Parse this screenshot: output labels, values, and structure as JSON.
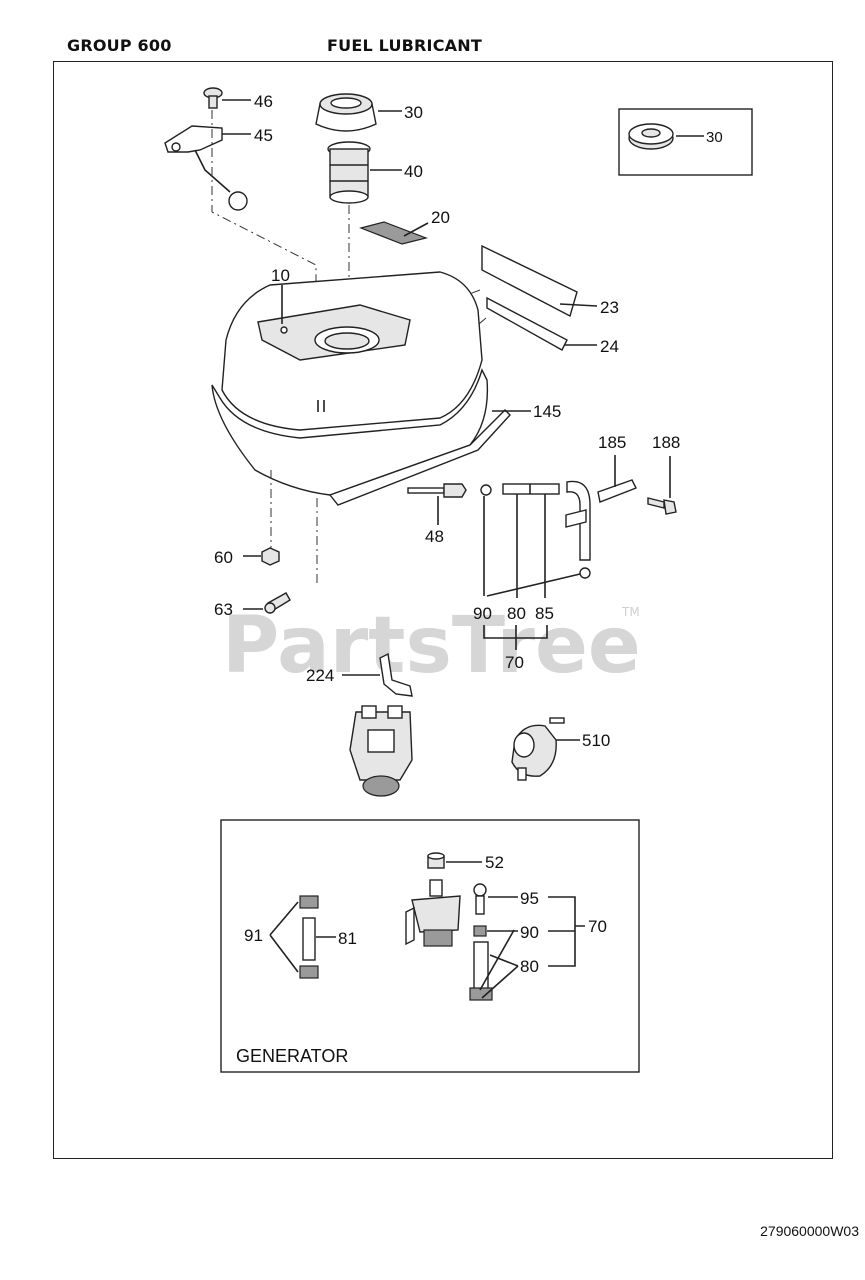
{
  "header": {
    "group": "GROUP 600",
    "section": "FUEL LUBRICANT"
  },
  "watermark": {
    "text": "PartsTree",
    "trademark": "TM"
  },
  "inset_label": "GENERATOR",
  "document_id": "279060000W03",
  "callouts": {
    "c46": "46",
    "c45": "45",
    "c30": "30",
    "c40": "40",
    "c20": "20",
    "c30_box": "30",
    "c10": "10",
    "c23": "23",
    "c24": "24",
    "c145": "145",
    "c185": "185",
    "c188": "188",
    "c48": "48",
    "c60": "60",
    "c63": "63",
    "c90": "90",
    "c80": "80",
    "c85": "85",
    "c70": "70",
    "c224": "224",
    "c510": "510",
    "g52": "52",
    "g95": "95",
    "g90": "90",
    "g70": "70",
    "g80": "80",
    "g91": "91",
    "g81": "81"
  }
}
